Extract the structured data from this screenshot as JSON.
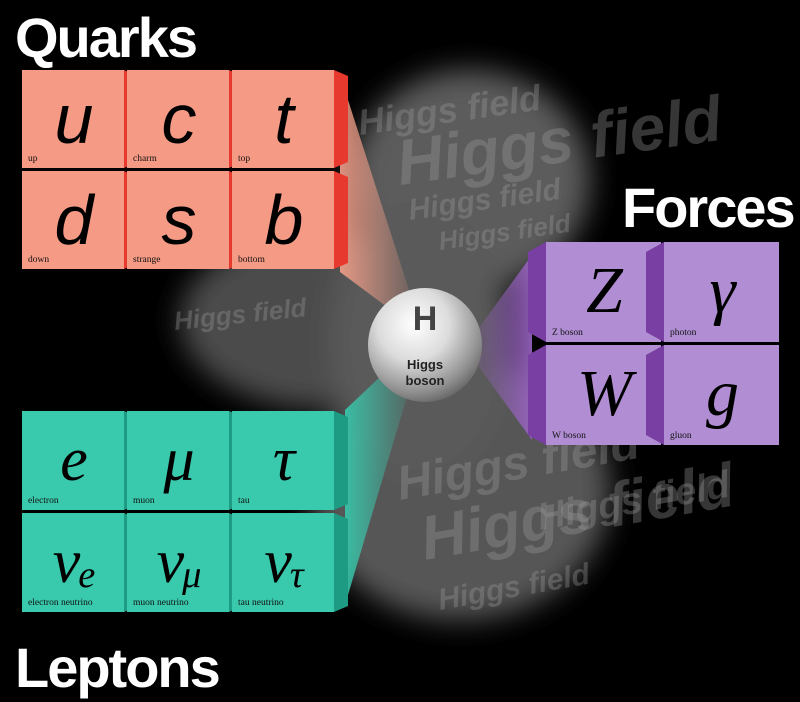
{
  "headings": {
    "quarks": "Quarks",
    "leptons": "Leptons",
    "forces": "Forces"
  },
  "quarks": [
    {
      "symbol": "u",
      "name": "up"
    },
    {
      "symbol": "c",
      "name": "charm"
    },
    {
      "symbol": "t",
      "name": "top"
    },
    {
      "symbol": "d",
      "name": "down"
    },
    {
      "symbol": "s",
      "name": "strange"
    },
    {
      "symbol": "b",
      "name": "bottom"
    }
  ],
  "leptons": [
    {
      "symbol": "e",
      "sub": "",
      "name": "electron"
    },
    {
      "symbol": "μ",
      "sub": "",
      "name": "muon"
    },
    {
      "symbol": "τ",
      "sub": "",
      "name": "tau"
    },
    {
      "symbol": "ν",
      "sub": "e",
      "name": "electron neutrino"
    },
    {
      "symbol": "ν",
      "sub": "μ",
      "name": "muon neutrino"
    },
    {
      "symbol": "ν",
      "sub": "τ",
      "name": "tau neutrino"
    }
  ],
  "forces": [
    {
      "symbol": "Z",
      "name": "Z boson"
    },
    {
      "symbol": "γ",
      "name": "photon"
    },
    {
      "symbol": "W",
      "name": "W boson"
    },
    {
      "symbol": "g",
      "name": "gluon"
    }
  ],
  "higgs": {
    "symbol": "H",
    "line1": "Higgs",
    "line2": "boson",
    "field_text": "Higgs field"
  },
  "colors": {
    "background": "#000000",
    "quark_face": "#f59a85",
    "quark_side": "#e8392e",
    "lepton_face": "#39c9ad",
    "lepton_side": "#1e9c83",
    "force_face": "#b18ed3",
    "force_side": "#7a3fa3"
  }
}
